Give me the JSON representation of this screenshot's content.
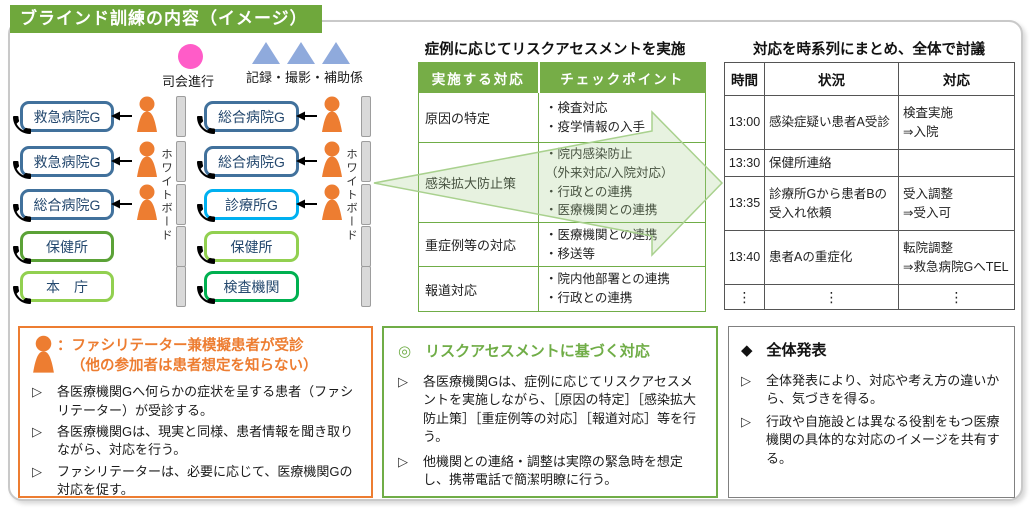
{
  "title": "ブラインド訓練の内容（イメージ）",
  "glyphs": {
    "bullet": "▷",
    "double_circle": "◎",
    "diamond": "◆",
    "ellipsis": "⋮"
  },
  "diagram": {
    "moderator_label": "司会進行",
    "staff_label": "記録・撮影・補助係",
    "whiteboard_label": "ホワイトボード",
    "org": {
      "column1": [
        "救急病院G",
        "救急病院G",
        "総合病院G",
        "保健所",
        "本　庁"
      ],
      "column2": [
        "総合病院G",
        "総合病院G",
        "診療所G",
        "保健所",
        "検査機関"
      ]
    }
  },
  "assessment": {
    "title": "症例に応じてリスクアセスメントを実施",
    "headers": [
      "実施する対応",
      "チェックポイント"
    ],
    "rows": [
      {
        "action": "原因の特定",
        "checkpoints": [
          "・検査対応",
          "・疫学情報の入手"
        ]
      },
      {
        "action": "感染拡大防止策",
        "checkpoints": [
          "・院内感染防止",
          "（外来対応/入院対応）",
          "・行政との連携",
          "・医療機関との連携"
        ]
      },
      {
        "action": "重症例等の対応",
        "checkpoints": [
          "・医療機関との連携",
          "・移送等"
        ]
      },
      {
        "action": "報道対応",
        "checkpoints": [
          "・院内他部署との連携",
          "・行政との連携"
        ]
      }
    ]
  },
  "timeline": {
    "title": "対応を時系列にまとめ、全体で討議",
    "headers": [
      "時間",
      "状況",
      "対応"
    ],
    "rows": [
      {
        "time": "13:00",
        "situation": [
          "感染症疑い患者A受診"
        ],
        "response": [
          "検査実施",
          "⇒入院"
        ]
      },
      {
        "time": "13:30",
        "situation": [
          "保健所連絡"
        ],
        "response": []
      },
      {
        "time": "13:35",
        "situation": [
          "診療所Gから患者Bの",
          "受入れ依頼"
        ],
        "response": [
          "受入調整",
          "⇒受入可"
        ]
      },
      {
        "time": "13:40",
        "situation": [
          "患者Aの重症化"
        ],
        "response": [
          "転院調整",
          "⇒救急病院GへTEL"
        ]
      }
    ]
  },
  "notes": {
    "facilitator": {
      "header_line1": "：ファシリテーター兼模擬患者が受診",
      "header_line2": "（他の参加者は患者想定を知らない）",
      "bullets": [
        "各医療機関Gへ何らかの症状を呈する患者（ファシリテーター）が受診する。",
        "各医療機関Gは、現実と同様、患者情報を聞き取りながら、対応を行う。",
        "ファシリテーターは、必要に応じて、医療機関Gの対応を促す。"
      ]
    },
    "risk_assessment": {
      "header": "リスクアセスメントに基づく対応",
      "bullets": [
        "各医療機関Gは、症例に応じてリスクアセスメントを実施しながら、［原因の特定］［感染拡大防止策］［重症例等の対応］［報道対応］等を行う。",
        "他機関との連絡・調整は実際の緊急時を想定し、携帯電話で簡潔明瞭に行う。"
      ]
    },
    "presentation": {
      "header": "全体発表",
      "bullets": [
        "全体発表により、対応や考え方の違いから、気づきを得る。",
        "行政や自施設とは異なる役割をもつ医療機関の具体的な対応のイメージを共有する。"
      ]
    }
  },
  "colors": {
    "title_green": "#6fa83c",
    "table_header_green": "#76ad47",
    "hospital_blue": "#41719c",
    "clinic_cyan": "#00b0f0",
    "hokensho_green": "#92d050",
    "kensakikan_green": "#00b050",
    "person_orange": "#ed7d31",
    "moderator_pink": "#ff5cc8",
    "staff_triangle_blue": "#8faadc",
    "flow_arrow_green": "#a9d18e"
  }
}
